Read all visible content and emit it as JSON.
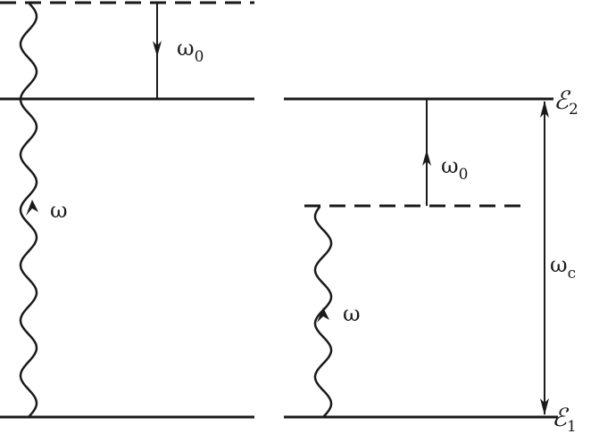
{
  "left_diagram": {
    "omega0_label": {
      "main": "ω",
      "sub": "0"
    },
    "omega_label": "ω"
  },
  "right_diagram": {
    "omega0_label": {
      "main": "ω",
      "sub": "0"
    },
    "omega_label": "ω",
    "omegac_label": {
      "main": "ω",
      "sub": "c"
    },
    "level_upper": {
      "main": "ℰ",
      "sub": "2"
    },
    "level_lower": {
      "main": "ℰ",
      "sub": "1"
    }
  }
}
